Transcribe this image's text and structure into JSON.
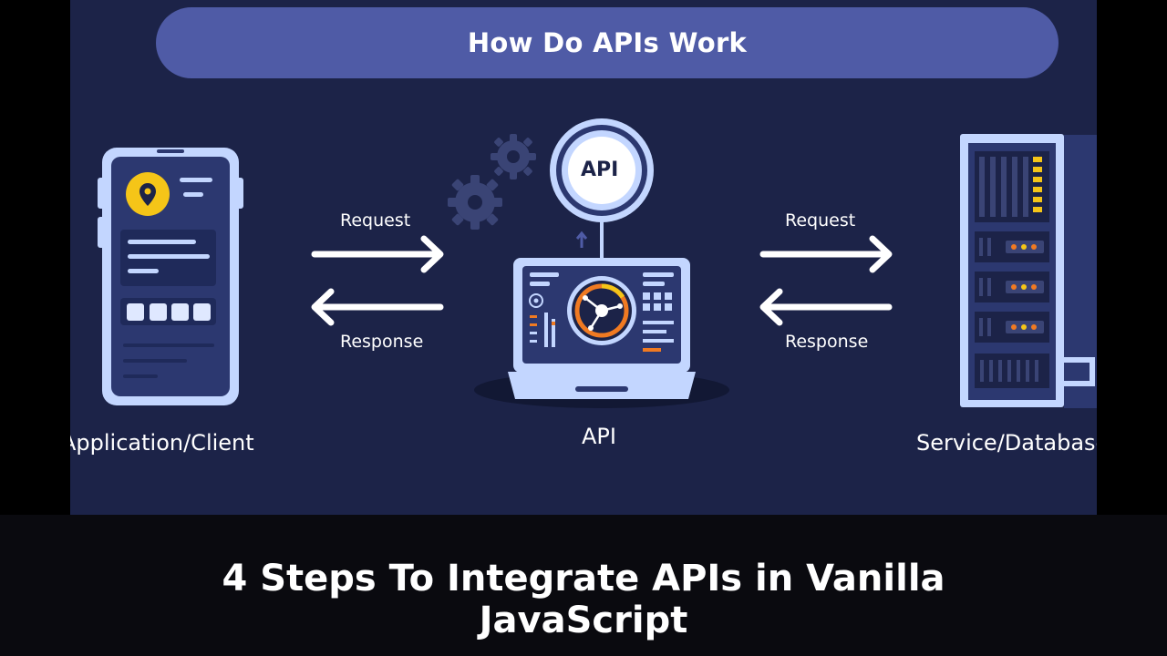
{
  "diagram": {
    "title": "How Do APIs Work",
    "client_label": "Application/Client",
    "api_label": "API",
    "api_badge": "API",
    "server_label": "Service/Database",
    "left_request": "Request",
    "left_response": "Response",
    "right_request": "Request",
    "right_response": "Response"
  },
  "caption": {
    "text": "4 Steps To Integrate APIs in Vanilla JavaScript"
  },
  "colors": {
    "background": "#1c2348",
    "title_pill": "#4f5ba6",
    "outline": "#c3d6ff",
    "accent_yellow": "#f5c518",
    "accent_orange": "#f07a22"
  },
  "icons": [
    "phone-icon",
    "location-pin-icon",
    "gear-icon",
    "laptop-icon",
    "api-gear-badge-icon",
    "server-rack-icon",
    "arrow-right-icon",
    "arrow-left-icon"
  ]
}
